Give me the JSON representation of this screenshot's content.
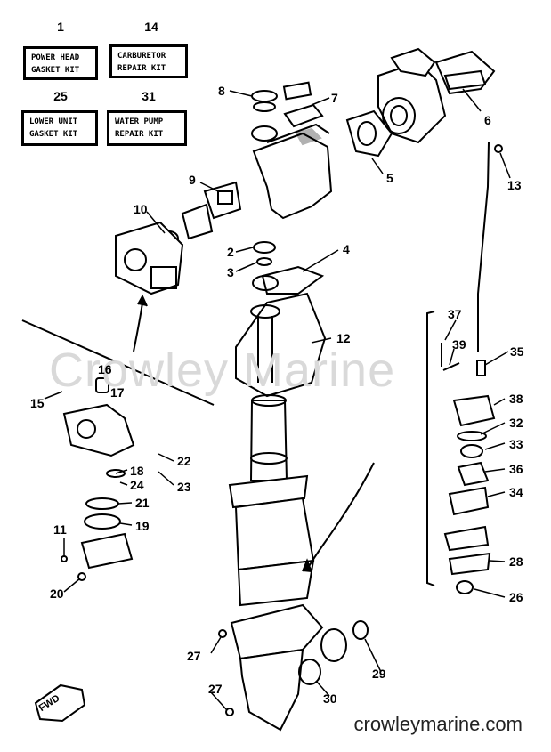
{
  "watermark": "Crowley Marine",
  "site": "crowleymarine.com",
  "fwd_label": "FWD",
  "kits": [
    {
      "num": "1",
      "line1": "POWER HEAD",
      "line2": "GASKET KIT"
    },
    {
      "num": "14",
      "line1": "CARBURETOR",
      "line2": "REPAIR KIT"
    },
    {
      "num": "25",
      "line1": "LOWER UNIT",
      "line2": "GASKET KIT"
    },
    {
      "num": "31",
      "line1": "WATER PUMP",
      "line2": "REPAIR KIT"
    }
  ],
  "callouts": [
    "8",
    "7",
    "6",
    "5",
    "13",
    "9",
    "10",
    "2",
    "3",
    "4",
    "12",
    "37",
    "39",
    "35",
    "16",
    "17",
    "15",
    "38",
    "32",
    "33",
    "36",
    "34",
    "22",
    "18",
    "23",
    "24",
    "21",
    "19",
    "11",
    "20",
    "28",
    "26",
    "27",
    "29",
    "30",
    "27"
  ]
}
